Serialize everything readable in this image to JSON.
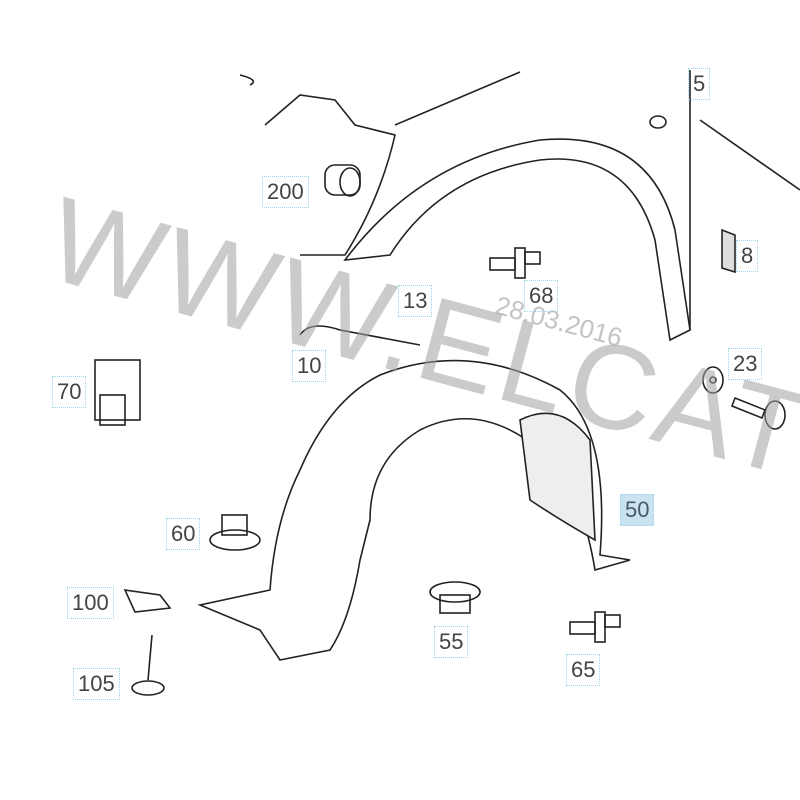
{
  "labels": {
    "l5": "5",
    "l8": "8",
    "l23": "23",
    "l200": "200",
    "l68": "68",
    "l13": "13",
    "l10": "10",
    "l70": "70",
    "l60": "60",
    "l50": "50",
    "l100": "100",
    "l55": "55",
    "l65": "65",
    "l105": "105"
  },
  "active_label": "50",
  "watermark": "WWW.ELCATS",
  "date_stamp": "28.03.2016",
  "colors": {
    "label_border": "#9fd3ea",
    "active_fill": "#c9e3f2",
    "line": "#222222"
  }
}
